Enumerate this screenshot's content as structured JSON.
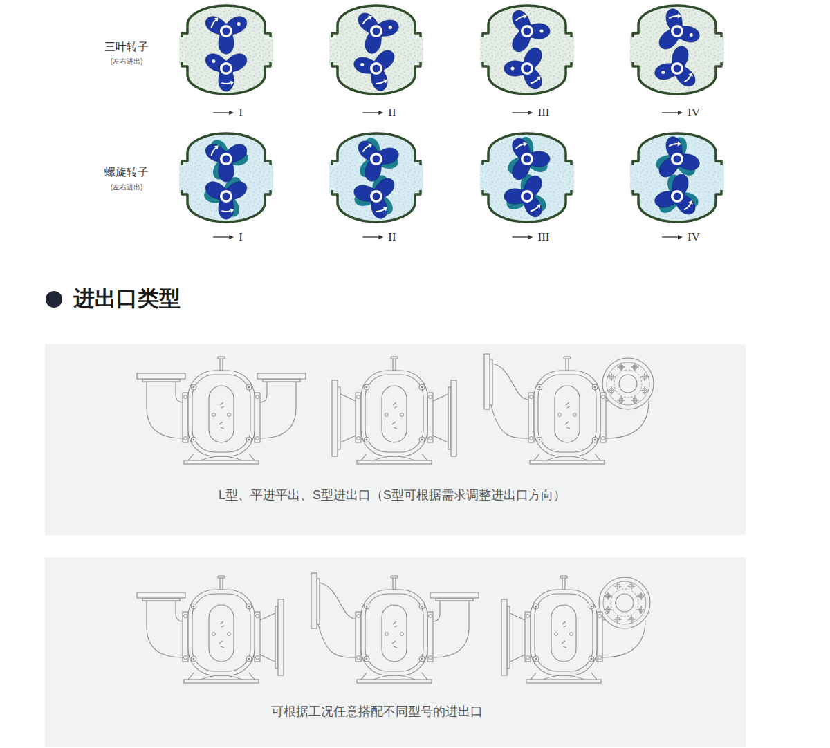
{
  "diagram": {
    "title": "进出口类型",
    "nodes": [
      {
        "text": [
          "L型、平进平出、S型进出口（S型可根据需求调整进出口方向）"
        ]
      },
      {
        "text": [
          "可根据工况任意搭配不同型号的进出口"
        ]
      }
    ],
    "labels": [
      "三叶转子",
      "(左右进出)",
      "I",
      "II",
      "III",
      "IV",
      "螺旋转子",
      "(左右进出)",
      "I",
      "II",
      "III",
      "IV"
    ]
  }
}
